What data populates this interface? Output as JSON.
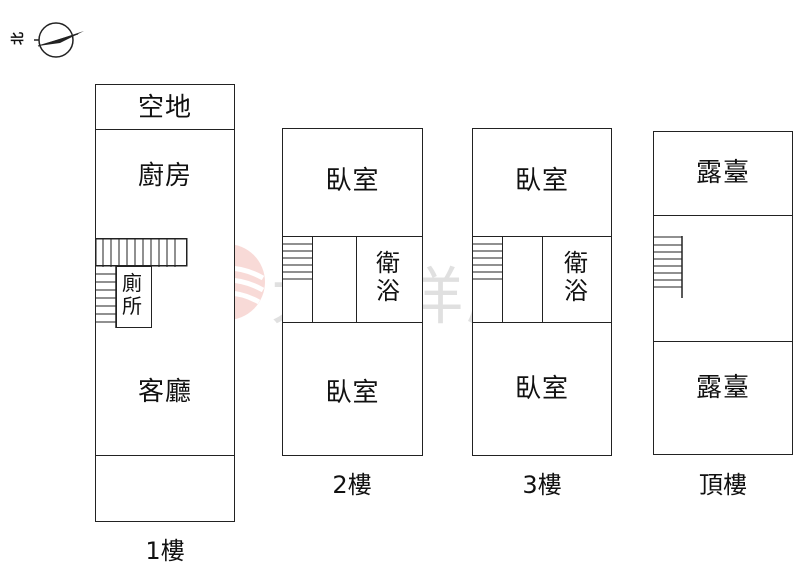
{
  "compass": {
    "north_label": "北",
    "icon": "compass-icon"
  },
  "watermark": {
    "text": "太平洋房屋",
    "logo": "pacific-logo-icon"
  },
  "floors": {
    "f1": {
      "label": "1樓",
      "rooms": {
        "open_space": "空地",
        "kitchen": "廚房",
        "toilet": "廁所",
        "living_room": "客廳"
      }
    },
    "f2": {
      "label": "2樓",
      "rooms": {
        "bedroom_top": "臥室",
        "bathroom": "衛浴",
        "bedroom_bottom": "臥室"
      }
    },
    "f3": {
      "label": "3樓",
      "rooms": {
        "bedroom_top": "臥室",
        "bathroom": "衛浴",
        "bedroom_bottom": "臥室"
      }
    },
    "roof": {
      "label": "頂樓",
      "rooms": {
        "terrace_top": "露臺",
        "terrace_bottom": "露臺"
      }
    }
  }
}
